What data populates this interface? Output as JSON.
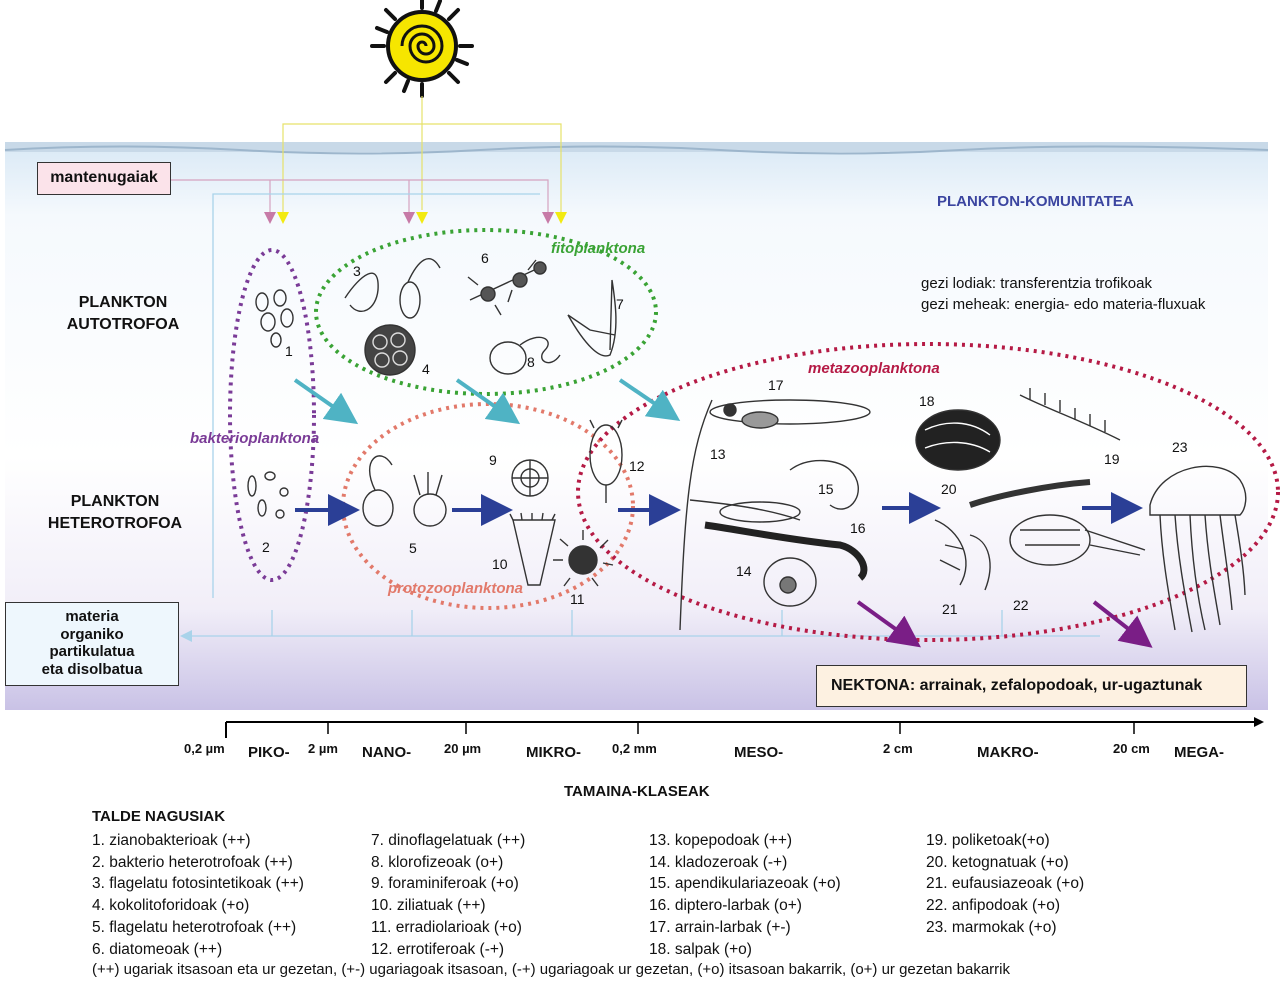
{
  "labels": {
    "mantenugaiak": "mantenugaiak",
    "community": "PLANKTON-KOMUNITATEA",
    "legend_thick": "gezi lodiak: transferentzia trofikoak",
    "legend_thin": "gezi meheak: energia- edo materia-fluxuak",
    "autotrophic": [
      "PLANKTON",
      "AUTOTROFOA"
    ],
    "heterotrophic": [
      "PLANKTON",
      "HETEROTROFOA"
    ],
    "fitoplanktona": "fitoplanktona",
    "bakterioplanktona": "bakterioplanktona",
    "protozooplanktona": "protozooplanktona",
    "metazooplanktona": "metazooplanktona",
    "organic_matter": [
      "materia",
      "organiko",
      "partikulatua",
      "eta disolbatua"
    ],
    "nekton_bold": "NEKTONA:",
    "nekton_rest": " arrainak, zefalopodoak, ur-ugaztunak"
  },
  "organism_numbers": [
    "1",
    "2",
    "3",
    "4",
    "5",
    "6",
    "7",
    "8",
    "9",
    "10",
    "11",
    "12",
    "13",
    "14",
    "15",
    "16",
    "17",
    "18",
    "19",
    "20",
    "21",
    "22",
    "23"
  ],
  "size_axis": {
    "title": "TAMAINA-KLASEAK",
    "values": [
      "0,2 µm",
      "2 µm",
      "20 µm",
      "0,2 mm",
      "2 cm",
      "20 cm"
    ],
    "classes": [
      "PIKO-",
      "NANO-",
      "MIKRO-",
      "MESO-",
      "MAKRO-",
      "MEGA-"
    ]
  },
  "groups": {
    "title": "TALDE NAGUSIAK",
    "columns": [
      [
        "1. zianobakterioak (++)",
        "2. bakterio heterotrofoak (++)",
        "3. flagelatu fotosintetikoak (++)",
        "4. kokolitoforidoak (+o)",
        "5. flagelatu heterotrofoak (++)",
        "6. diatomeoak (++)"
      ],
      [
        "7. dinoflagelatuak (++)",
        "8. klorofizeoak (o+)",
        "9. foraminiferoak (+o)",
        "10. ziliatuak (++)",
        "11. erradiolarioak (+o)",
        "12. errotiferoak (-+)"
      ],
      [
        "13. kopepodoak (++)",
        "14. kladozeroak (-+)",
        "15. apendikulariazeoak (+o)",
        "16. diptero-larbak (o+)",
        "17. arrain-larbak (+-)",
        "18. salpak (+o)"
      ],
      [
        "19. poliketoak(+o)",
        "20. ketognatuak (+o)",
        "21. eufausiazeoak (+o)",
        "22. anfipodoak (+o)",
        "23. marmokak (+o)"
      ]
    ],
    "footnote": "(++) ugariak itsasoan eta ur gezetan, (+-) ugariagoak itsasoan, (-+) ugariagoak ur gezetan, (+o) itsasoan bakarrik, (o+) ur gezetan bakarrik"
  },
  "colors": {
    "bacterio": "#7a3b97",
    "fito": "#3aa335",
    "protozoo": "#e2796a",
    "metazoo": "#b51a45",
    "thick_teal": "#4fb3c4",
    "thick_blue": "#2b3f96",
    "nekton_arrow": "#7a1e86",
    "community_text": "#3b45a0"
  }
}
